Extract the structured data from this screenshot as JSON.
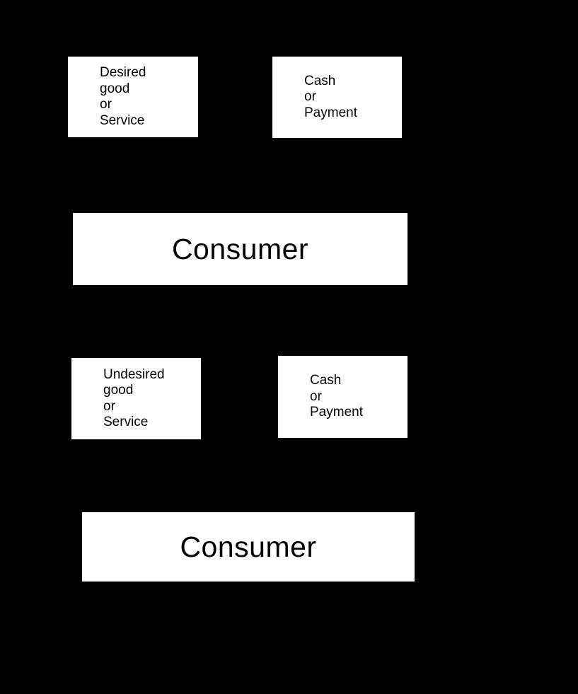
{
  "colors": {
    "background": "#000000",
    "box_fill": "#ffffff",
    "box_text": "#000000"
  },
  "diagram": {
    "boxes": {
      "desired_good": {
        "text": "Desired\ngood\nor\nService"
      },
      "cash_top": {
        "text": "Cash\nor\nPayment"
      },
      "consumer_top": {
        "text": "Consumer"
      },
      "undesired_good": {
        "text": "Undesired\ngood\nor\nService"
      },
      "cash_bottom": {
        "text": "Cash\nor\nPayment"
      },
      "consumer_bottom": {
        "text": "Consumer"
      }
    }
  }
}
